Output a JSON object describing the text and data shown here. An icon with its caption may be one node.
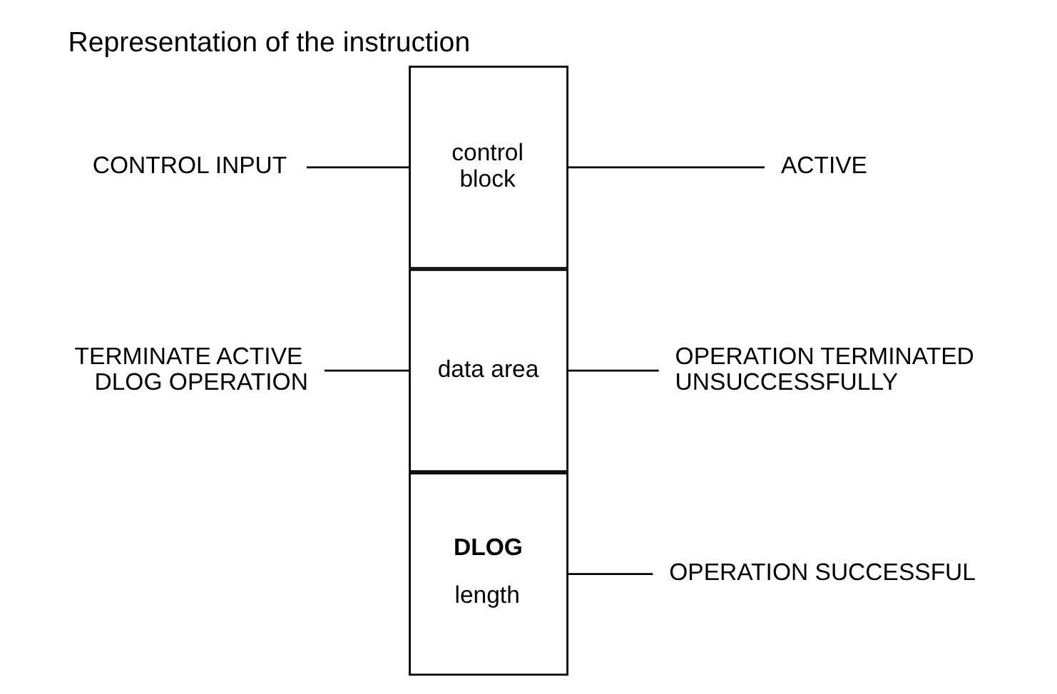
{
  "diagram": {
    "title": "Representation of the instruction",
    "nodes": [
      {
        "text": [
          "CONTROL INPUT"
        ]
      },
      {
        "text": [
          "TERMINATE ACTIVE DLOG OPERATION"
        ]
      },
      {
        "text": [
          "control block"
        ]
      },
      {
        "text": [
          "data area"
        ]
      },
      {
        "text": [
          "DLOG",
          "length"
        ]
      },
      {
        "text": [
          "ACTIVE"
        ]
      },
      {
        "text": [
          "OPERATION TERMINATED UNSUCCESSFULLY"
        ]
      },
      {
        "text": [
          "OPERATION SUCCESSFUL"
        ]
      }
    ],
    "edges": [
      {
        "from": 0,
        "to": 2,
        "arrow": "none"
      },
      {
        "from": 1,
        "to": 3,
        "arrow": "none"
      },
      {
        "from": 2,
        "to": 5,
        "arrow": "none"
      },
      {
        "from": 3,
        "to": 6,
        "arrow": "none"
      },
      {
        "from": 4,
        "to": 7,
        "arrow": "none"
      }
    ]
  }
}
